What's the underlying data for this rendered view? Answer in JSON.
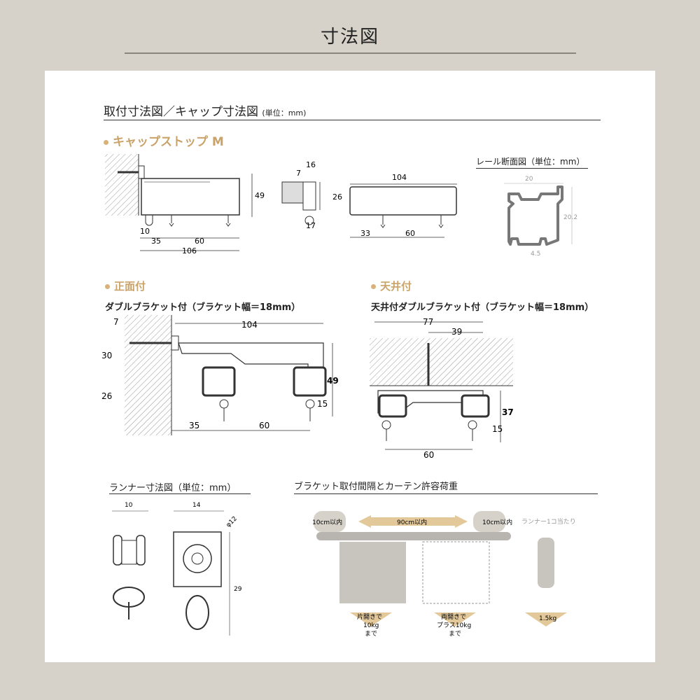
{
  "page_title": "寸法図",
  "section": {
    "title": "取付寸法図／キャップ寸法図",
    "unit": "(単位：mm)"
  },
  "cap_stop": {
    "heading": "キャップストップ M",
    "side_dims": [
      "49",
      "10",
      "35",
      "60",
      "106"
    ],
    "end_dims": [
      "16",
      "7",
      "26",
      "17"
    ],
    "bottom_dims": [
      "104",
      "33",
      "60"
    ]
  },
  "rail_section": {
    "title": "レール断面図（単位：mm）",
    "dims": [
      "20",
      "20.2",
      "4.5"
    ]
  },
  "front": {
    "heading": "正面付",
    "subtitle": "ダブルブラケット付（ブラケット幅＝18mm）",
    "dims": [
      "7",
      "104",
      "30",
      "26",
      "49",
      "15",
      "35",
      "60"
    ]
  },
  "ceiling": {
    "heading": "天井付",
    "subtitle": "天井付ダブルブラケット付（ブラケット幅＝18mm）",
    "dims": [
      "77",
      "39",
      "37",
      "15",
      "60"
    ]
  },
  "runner": {
    "title": "ランナー寸法図（単位：mm）",
    "dims": [
      "10",
      "14",
      "φ12",
      "29"
    ]
  },
  "bracket": {
    "title": "ブラケット取付間隔とカーテン許容荷重",
    "labels": [
      "10cm以内",
      "90cm以内",
      "10cm以内",
      "ランナー1コ当たり"
    ],
    "loads": [
      {
        "lines": [
          "片開きで",
          "10kg",
          "まで"
        ]
      },
      {
        "lines": [
          "両開きで",
          "プラス10kg",
          "まで"
        ]
      },
      {
        "lines": [
          "1.5kg"
        ]
      }
    ]
  }
}
